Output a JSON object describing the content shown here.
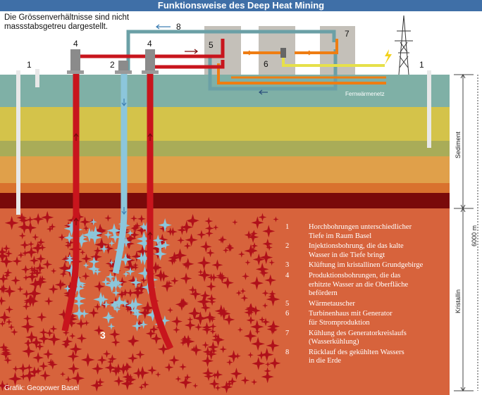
{
  "title": "Funktionsweise des Deep Heat Mining",
  "scale_note": "Die Grössenverhältnisse sind nicht massstabsgetreu dargestellt.",
  "credit": "Grafik: Geopower Basel",
  "network_label": "Fernwärmenetz",
  "depth": {
    "total": "6000 m",
    "sediment": "Sediment",
    "crystalline": "Kristallin"
  },
  "callouts": {
    "monitoring_left": "1",
    "monitoring_right": "1",
    "injection": "2",
    "production_left": "4",
    "production_right": "4",
    "fracture": "3",
    "heat_exchanger": "5",
    "turbine": "6",
    "cooling": "7",
    "return": "8"
  },
  "legend": [
    {
      "num": "1",
      "text": "Horchbohrungen unterschiedlicher\nTiefe im Raum Basel"
    },
    {
      "num": "2",
      "text": "Injektionsbohrung, die das kalte\nWasser in die Tiefe bringt"
    },
    {
      "num": "3",
      "text": "Klüftung im kristallinen Grundgebirge"
    },
    {
      "num": "4",
      "text": "Produktionsbohrungen, die das\nerhitzte Wasser an die Oberfläche\nbefördern"
    },
    {
      "num": "5",
      "text": "Wärmetauscher"
    },
    {
      "num": "6",
      "text": "Turbinenhaus mit Generator\nfür Stromproduktion"
    },
    {
      "num": "7",
      "text": "Kühlung des Generatorkreislaufs\n(Wasserkühlung)"
    },
    {
      "num": "8",
      "text": "Rücklauf des gekühlten Wassers\nin die Erde"
    }
  ],
  "colors": {
    "sky": "#ffffff",
    "layer_1": "#7fb0a6",
    "layer_2": "#d4c34a",
    "layer_3": "#a9ac58",
    "layer_4": "#e0a04a",
    "layer_5": "#d9722e",
    "layer_dark": "#7a0a0a",
    "granite": "#d7633c",
    "hot_pipe": "#c8151d",
    "cold_pipe": "#8cc6db",
    "cold_loop": "#6ba0a6",
    "heat_loop": "#ef7d12",
    "power_line": "#e6e04a",
    "building": "#c4c0b9",
    "title_bg": "#3f6fa7"
  }
}
